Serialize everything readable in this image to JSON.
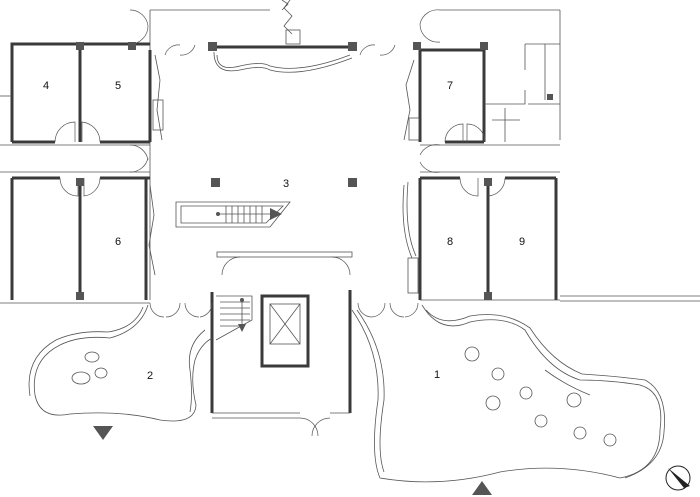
{
  "rooms": [
    {
      "id": "1",
      "label": "1"
    },
    {
      "id": "2",
      "label": "2"
    },
    {
      "id": "3",
      "label": "3"
    },
    {
      "id": "4",
      "label": "4"
    },
    {
      "id": "5",
      "label": "5"
    },
    {
      "id": "6",
      "label": "6"
    },
    {
      "id": "7",
      "label": "7"
    },
    {
      "id": "8",
      "label": "8"
    },
    {
      "id": "9",
      "label": "9"
    }
  ],
  "icons": {
    "entrance_markers": "triangle-entrance-marker",
    "north_arrow": "north-arrow-icon",
    "stair_arrow": "stair-direction-arrow"
  },
  "colors": {
    "line": "#555555",
    "wall": "#3a3a3a",
    "background": "#ffffff"
  }
}
